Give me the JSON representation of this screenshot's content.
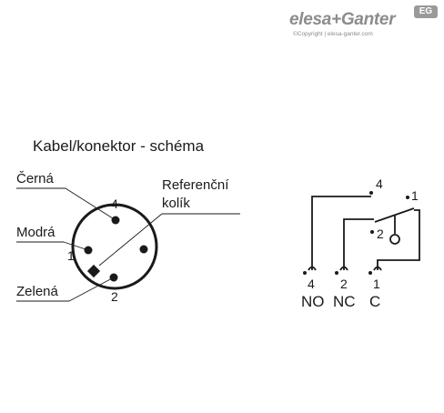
{
  "brand": {
    "name": "elesa+Ganter",
    "badge": "EG",
    "copyright": "©Copyright | elesa-ganter.com"
  },
  "connector": {
    "title": "Kabel/konektor - schéma",
    "labels": {
      "black": "Černá",
      "blue": "Modrá",
      "green": "Zelená",
      "reference": "Referenční",
      "reference_line2": "kolík"
    },
    "pins": {
      "top": "4",
      "left": "1",
      "bottom": "2"
    }
  },
  "switch": {
    "contacts": {
      "four": "4",
      "one": "1",
      "two": "2"
    },
    "terminals": [
      {
        "pin": "4",
        "label": "NO"
      },
      {
        "pin": "2",
        "label": "NC"
      },
      {
        "pin": "1",
        "label": "C"
      }
    ]
  },
  "colors": {
    "line": "#1a1a1a",
    "brand_grey": "#8c8c8c"
  }
}
